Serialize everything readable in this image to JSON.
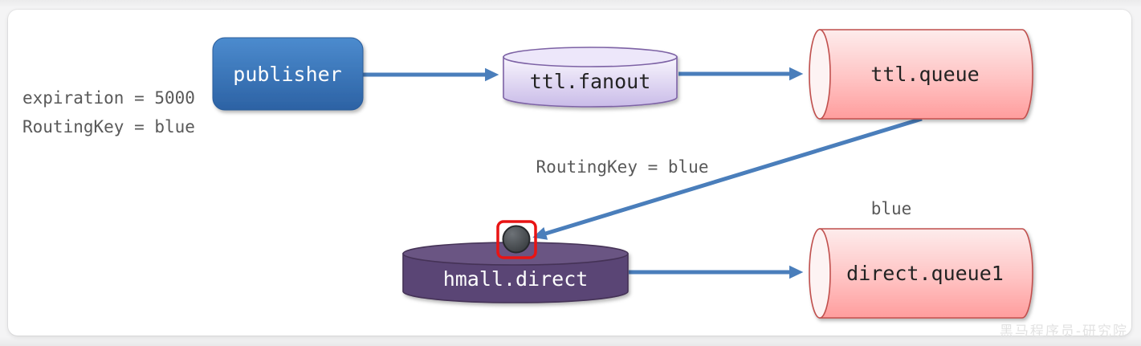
{
  "labels": {
    "expiration": "expiration = 5000",
    "routingkey_left": "RoutingKey = blue"
  },
  "nodes": {
    "publisher": {
      "label": "publisher",
      "role": "producer"
    },
    "ttl_fanout": {
      "label": "ttl.fanout",
      "role": "fanout-exchange"
    },
    "ttl_queue": {
      "label": "ttl.queue",
      "role": "queue"
    },
    "hmall_direct": {
      "label": "hmall.direct",
      "role": "direct-exchange"
    },
    "direct_queue1": {
      "label": "direct.queue1",
      "role": "queue"
    }
  },
  "edges": {
    "publisher_to_fanout": "",
    "fanout_to_queue": "",
    "queue_to_direct_label": "RoutingKey = blue",
    "binding_key_label": "blue"
  },
  "watermark": "黑马程序员-研究院",
  "colors": {
    "arrow": "#4a7ebb",
    "publisher_fill_top": "#4788cb",
    "publisher_fill_bottom": "#2d63a5",
    "fanout_fill": "#cdc0ea",
    "fanout_stroke": "#7d62a5",
    "queue_fill": "#ffa9a9",
    "queue_stroke": "#c0504d",
    "direct_exchange_fill": "#5a4575",
    "direct_exchange_stroke": "#443357",
    "highlight_box": "#e81414",
    "annotation_text": "#595959"
  }
}
